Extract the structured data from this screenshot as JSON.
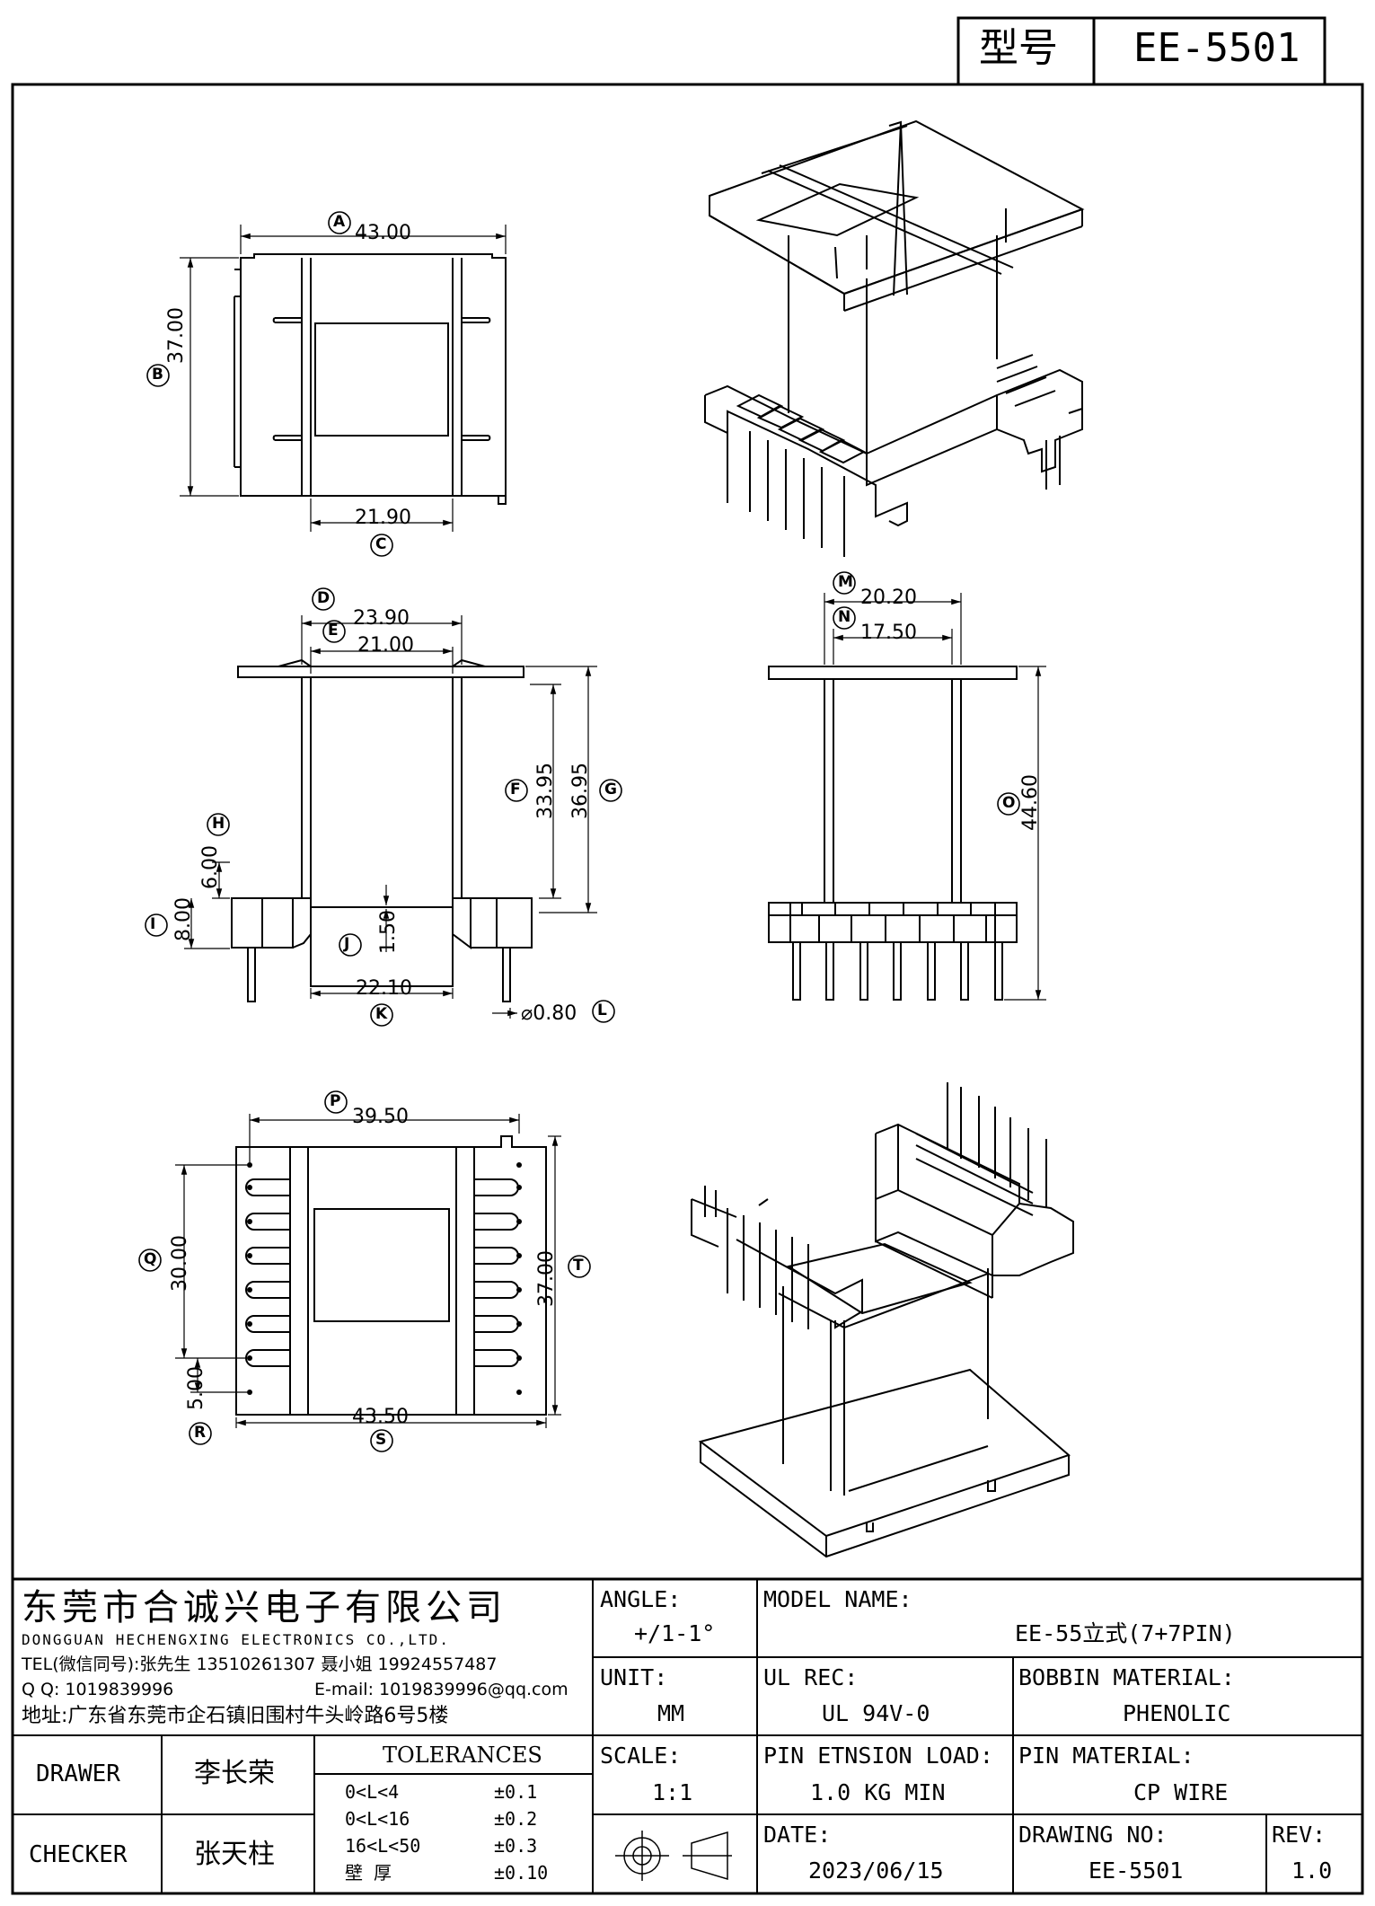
{
  "header": {
    "label": "型号",
    "model": "EE-5501"
  },
  "dimensions": [
    {
      "tag": "A",
      "value": "43.00"
    },
    {
      "tag": "B",
      "value": "37.00"
    },
    {
      "tag": "C",
      "value": "21.90"
    },
    {
      "tag": "D",
      "value": "23.90"
    },
    {
      "tag": "E",
      "value": "21.00"
    },
    {
      "tag": "F",
      "value": "33.95"
    },
    {
      "tag": "G",
      "value": "36.95"
    },
    {
      "tag": "H",
      "value": "6.00"
    },
    {
      "tag": "I",
      "value": "8.00"
    },
    {
      "tag": "J",
      "value": "1.50"
    },
    {
      "tag": "K",
      "value": "22.10"
    },
    {
      "tag": "L",
      "value": "⌀0.80"
    },
    {
      "tag": "M",
      "value": "20.20"
    },
    {
      "tag": "N",
      "value": "17.50"
    },
    {
      "tag": "O",
      "value": "44.60"
    },
    {
      "tag": "P",
      "value": "39.50"
    },
    {
      "tag": "Q",
      "value": "30.00"
    },
    {
      "tag": "R",
      "value": "5.00"
    },
    {
      "tag": "S",
      "value": "43.50"
    },
    {
      "tag": "T",
      "value": "37.00"
    }
  ],
  "company": {
    "name_cn": "东莞市合诚兴电子有限公司",
    "name_en": "DONGGUAN HECHENGXING ELECTRONICS CO.,LTD.",
    "tel": "TEL(微信同号):张先生 13510261307 聂小姐 19924557487",
    "qq": "Q Q: 1019839996",
    "email": "E-mail: 1019839996@qq.com",
    "address": "地址:广东省东莞市企石镇旧围村牛头岭路6号5楼"
  },
  "title_block": {
    "angle_label": "ANGLE:",
    "angle_value": "+/1-1°",
    "model_name_label": "MODEL NAME:",
    "model_name_value": "EE-55立式(7+7PIN)",
    "unit_label": "UNIT:",
    "unit_value": "MM",
    "ul_rec_label": "UL REC:",
    "ul_rec_value": "UL 94V-0",
    "bobbin_material_label": "BOBBIN MATERIAL:",
    "bobbin_material_value": "PHENOLIC",
    "scale_label": "SCALE:",
    "scale_value": "1:1",
    "pin_tension_label": "PIN ETNSION LOAD:",
    "pin_tension_value": "1.0 KG MIN",
    "pin_material_label": "PIN MATERIAL:",
    "pin_material_value": "CP WIRE",
    "date_label": "DATE:",
    "date_value": "2023/06/15",
    "drawing_no_label": "DRAWING NO:",
    "drawing_no_value": "EE-5501",
    "rev_label": "REV:",
    "rev_value": "1.0",
    "drawer_label": "DRAWER",
    "drawer_value": "李长荣",
    "checker_label": "CHECKER",
    "checker_value": "张天柱",
    "tolerances_label": "TOLERANCES",
    "tolerances": [
      {
        "range": "0<L<4",
        "value": "±0.1"
      },
      {
        "range": "0<L<16",
        "value": "±0.2"
      },
      {
        "range": "16<L<50",
        "value": "±0.3"
      },
      {
        "range": "壁  厚",
        "value": "±0.10"
      }
    ]
  }
}
